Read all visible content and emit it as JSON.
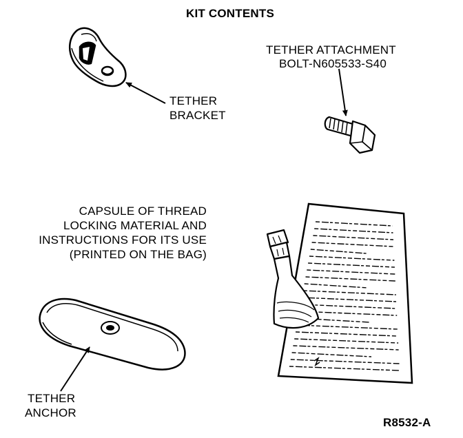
{
  "title": "KIT CONTENTS",
  "labels": {
    "tether_bracket": [
      "TETHER",
      "BRACKET"
    ],
    "tether_bolt": [
      "TETHER ATTACHMENT",
      "BOLT-N605533-S40"
    ],
    "capsule": [
      "CAPSULE OF THREAD",
      "LOCKING MATERIAL AND",
      "INSTRUCTIONS FOR ITS USE",
      "(PRINTED ON THE BAG)"
    ],
    "tether_anchor": [
      "TETHER",
      "ANCHOR"
    ]
  },
  "figure_code": "R8532-A"
}
